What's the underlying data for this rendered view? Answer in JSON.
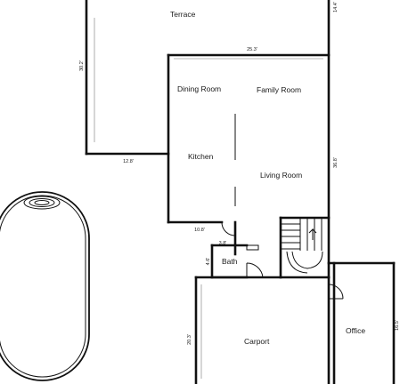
{
  "rooms": {
    "terrace": "Terrace",
    "dining_room": "Dining Room",
    "family_room": "Family Room",
    "kitchen": "Kitchen",
    "living_room": "Living Room",
    "bath": "Bath",
    "carport": "Carport",
    "office": "Office"
  },
  "dimensions": {
    "terrace_left": "30.2'",
    "terrace_right": "14.4'",
    "top_width": "25.3'",
    "terrace_bottom": "12.8'",
    "living_right": "36.8'",
    "kitchen_bottom": "10.8'",
    "bath_width": "3.8'",
    "bath_height": "4.6'",
    "carport_left": "20.3'",
    "office_right": "16.5'"
  },
  "colors": {
    "line": "#111111",
    "background": "#ffffff"
  }
}
